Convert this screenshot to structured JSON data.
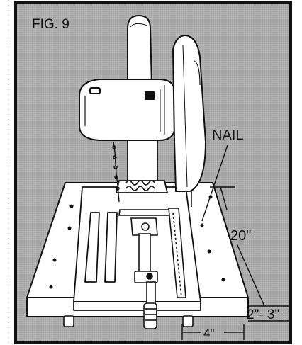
{
  "figure": {
    "title": "FIG. 9",
    "callouts": {
      "nail": "NAIL",
      "height": "20\"",
      "thickness": "2\"- 3\"",
      "overhang": "4\""
    }
  },
  "colors": {
    "background": "#a9a9a9",
    "frame": "#111111",
    "paper": "#ffffff",
    "ink": "#111111"
  }
}
